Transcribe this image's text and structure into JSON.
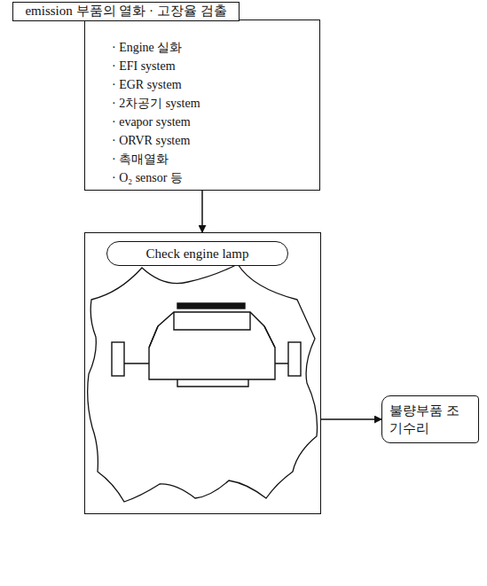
{
  "diagram": {
    "nodes": [
      {
        "text": [
          "emission 부품의 열화 · 고장율 검출"
        ]
      },
      {
        "text": [
          "· Engine 실화",
          "· EFI system",
          "· EGR system",
          "· 2차공기 system",
          "· evapor system",
          "· ORVR system",
          "· 촉매열화",
          "· O₂ sensor 등"
        ]
      },
      {
        "text": [
          "Check engine lamp"
        ]
      },
      {
        "text": [
          "불량부품 조기수리"
        ]
      }
    ],
    "edges": [
      {
        "from": 1,
        "to": 2,
        "arrow": "to"
      },
      {
        "from": 2,
        "to": 3,
        "arrow": "to"
      }
    ]
  }
}
